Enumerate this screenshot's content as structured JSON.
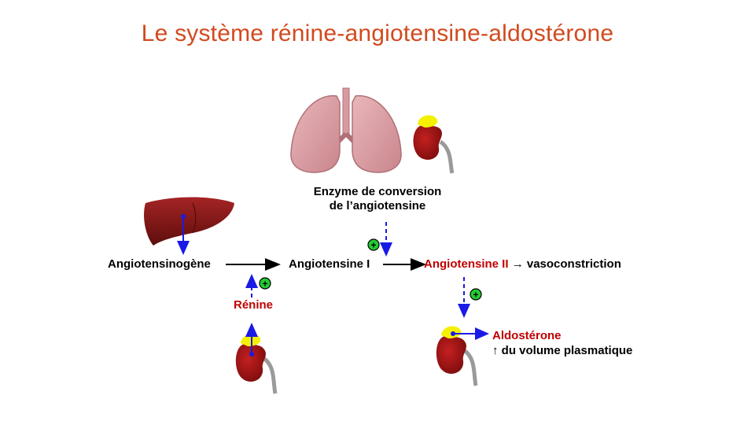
{
  "title": "Le système rénine-angiotensine-aldostérone",
  "labels": {
    "enzyme_line1": "Enzyme de conversion",
    "enzyme_line2": "de l’angiotensine",
    "angiotensinogen": "Angiotensinogène",
    "angiotensin1": "Angiotensine I",
    "angiotensin2": "Angiotensine II",
    "vasoconstriction": "→ vasoconstriction",
    "renin": "Rénine",
    "aldosterone": "Aldostérone",
    "volume": "↑ du volume plasmatique",
    "plus_sign": "+"
  },
  "colors": {
    "title": "#d24a1e",
    "highlight_red": "#c00000",
    "arrow_blue": "#1a1ae6",
    "plus_green": "#22cc33",
    "liver": "#8b1a1a",
    "kidney": "#a31515",
    "adrenal": "#f5f000",
    "lung": "#d89aa0"
  },
  "icons": [
    "lungs-icon",
    "kidney-icon",
    "liver-icon",
    "adrenal-gland-icon",
    "plus-circle-icon"
  ]
}
